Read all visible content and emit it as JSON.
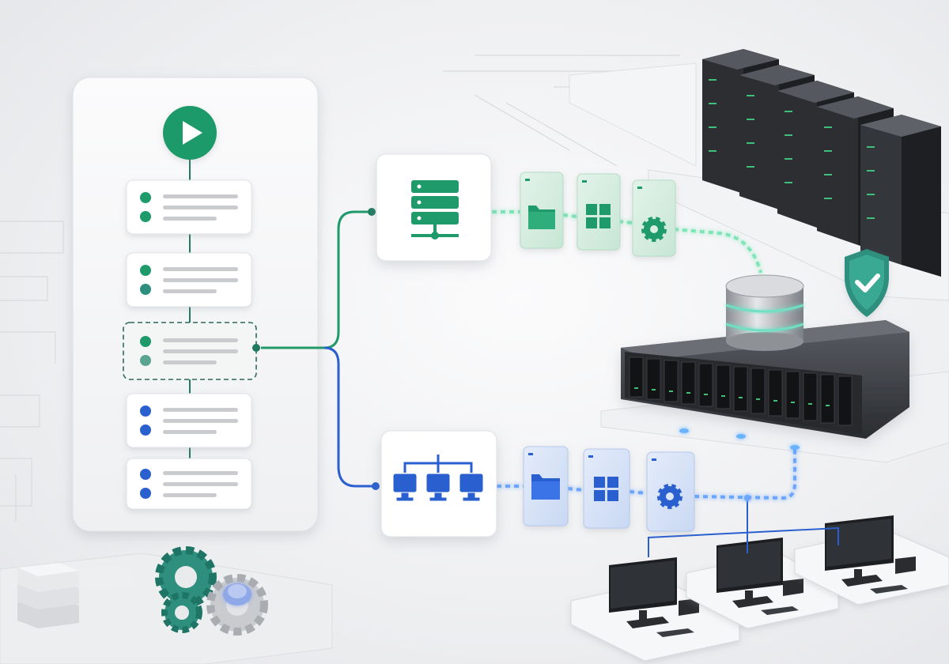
{
  "diagram": {
    "workflow_steps": [
      {
        "id": "step-1",
        "dots": "green"
      },
      {
        "id": "step-2",
        "dots": "green"
      },
      {
        "id": "step-3",
        "dots": "green",
        "selected": true
      },
      {
        "id": "step-4",
        "dots": "blue"
      },
      {
        "id": "step-5",
        "dots": "blue"
      }
    ],
    "branches": [
      {
        "name": "server-branch",
        "hub": "server-rack-icon",
        "items": [
          "folder-icon",
          "windows-icon",
          "gear-icon"
        ],
        "color": "#1f9a6b"
      },
      {
        "name": "network-branch",
        "hub": "network-icon",
        "items": [
          "folder-icon",
          "windows-icon",
          "gear-icon"
        ],
        "color": "#2a5fd0"
      }
    ],
    "endpoints": [
      "server-cluster",
      "storage-nas",
      "workstation-1",
      "workstation-2",
      "workstation-3"
    ],
    "colors": {
      "green": "#1f9a6b",
      "blue": "#2a5fd0",
      "teal": "#2e8f7e",
      "gray": "#c9cbcf"
    }
  }
}
